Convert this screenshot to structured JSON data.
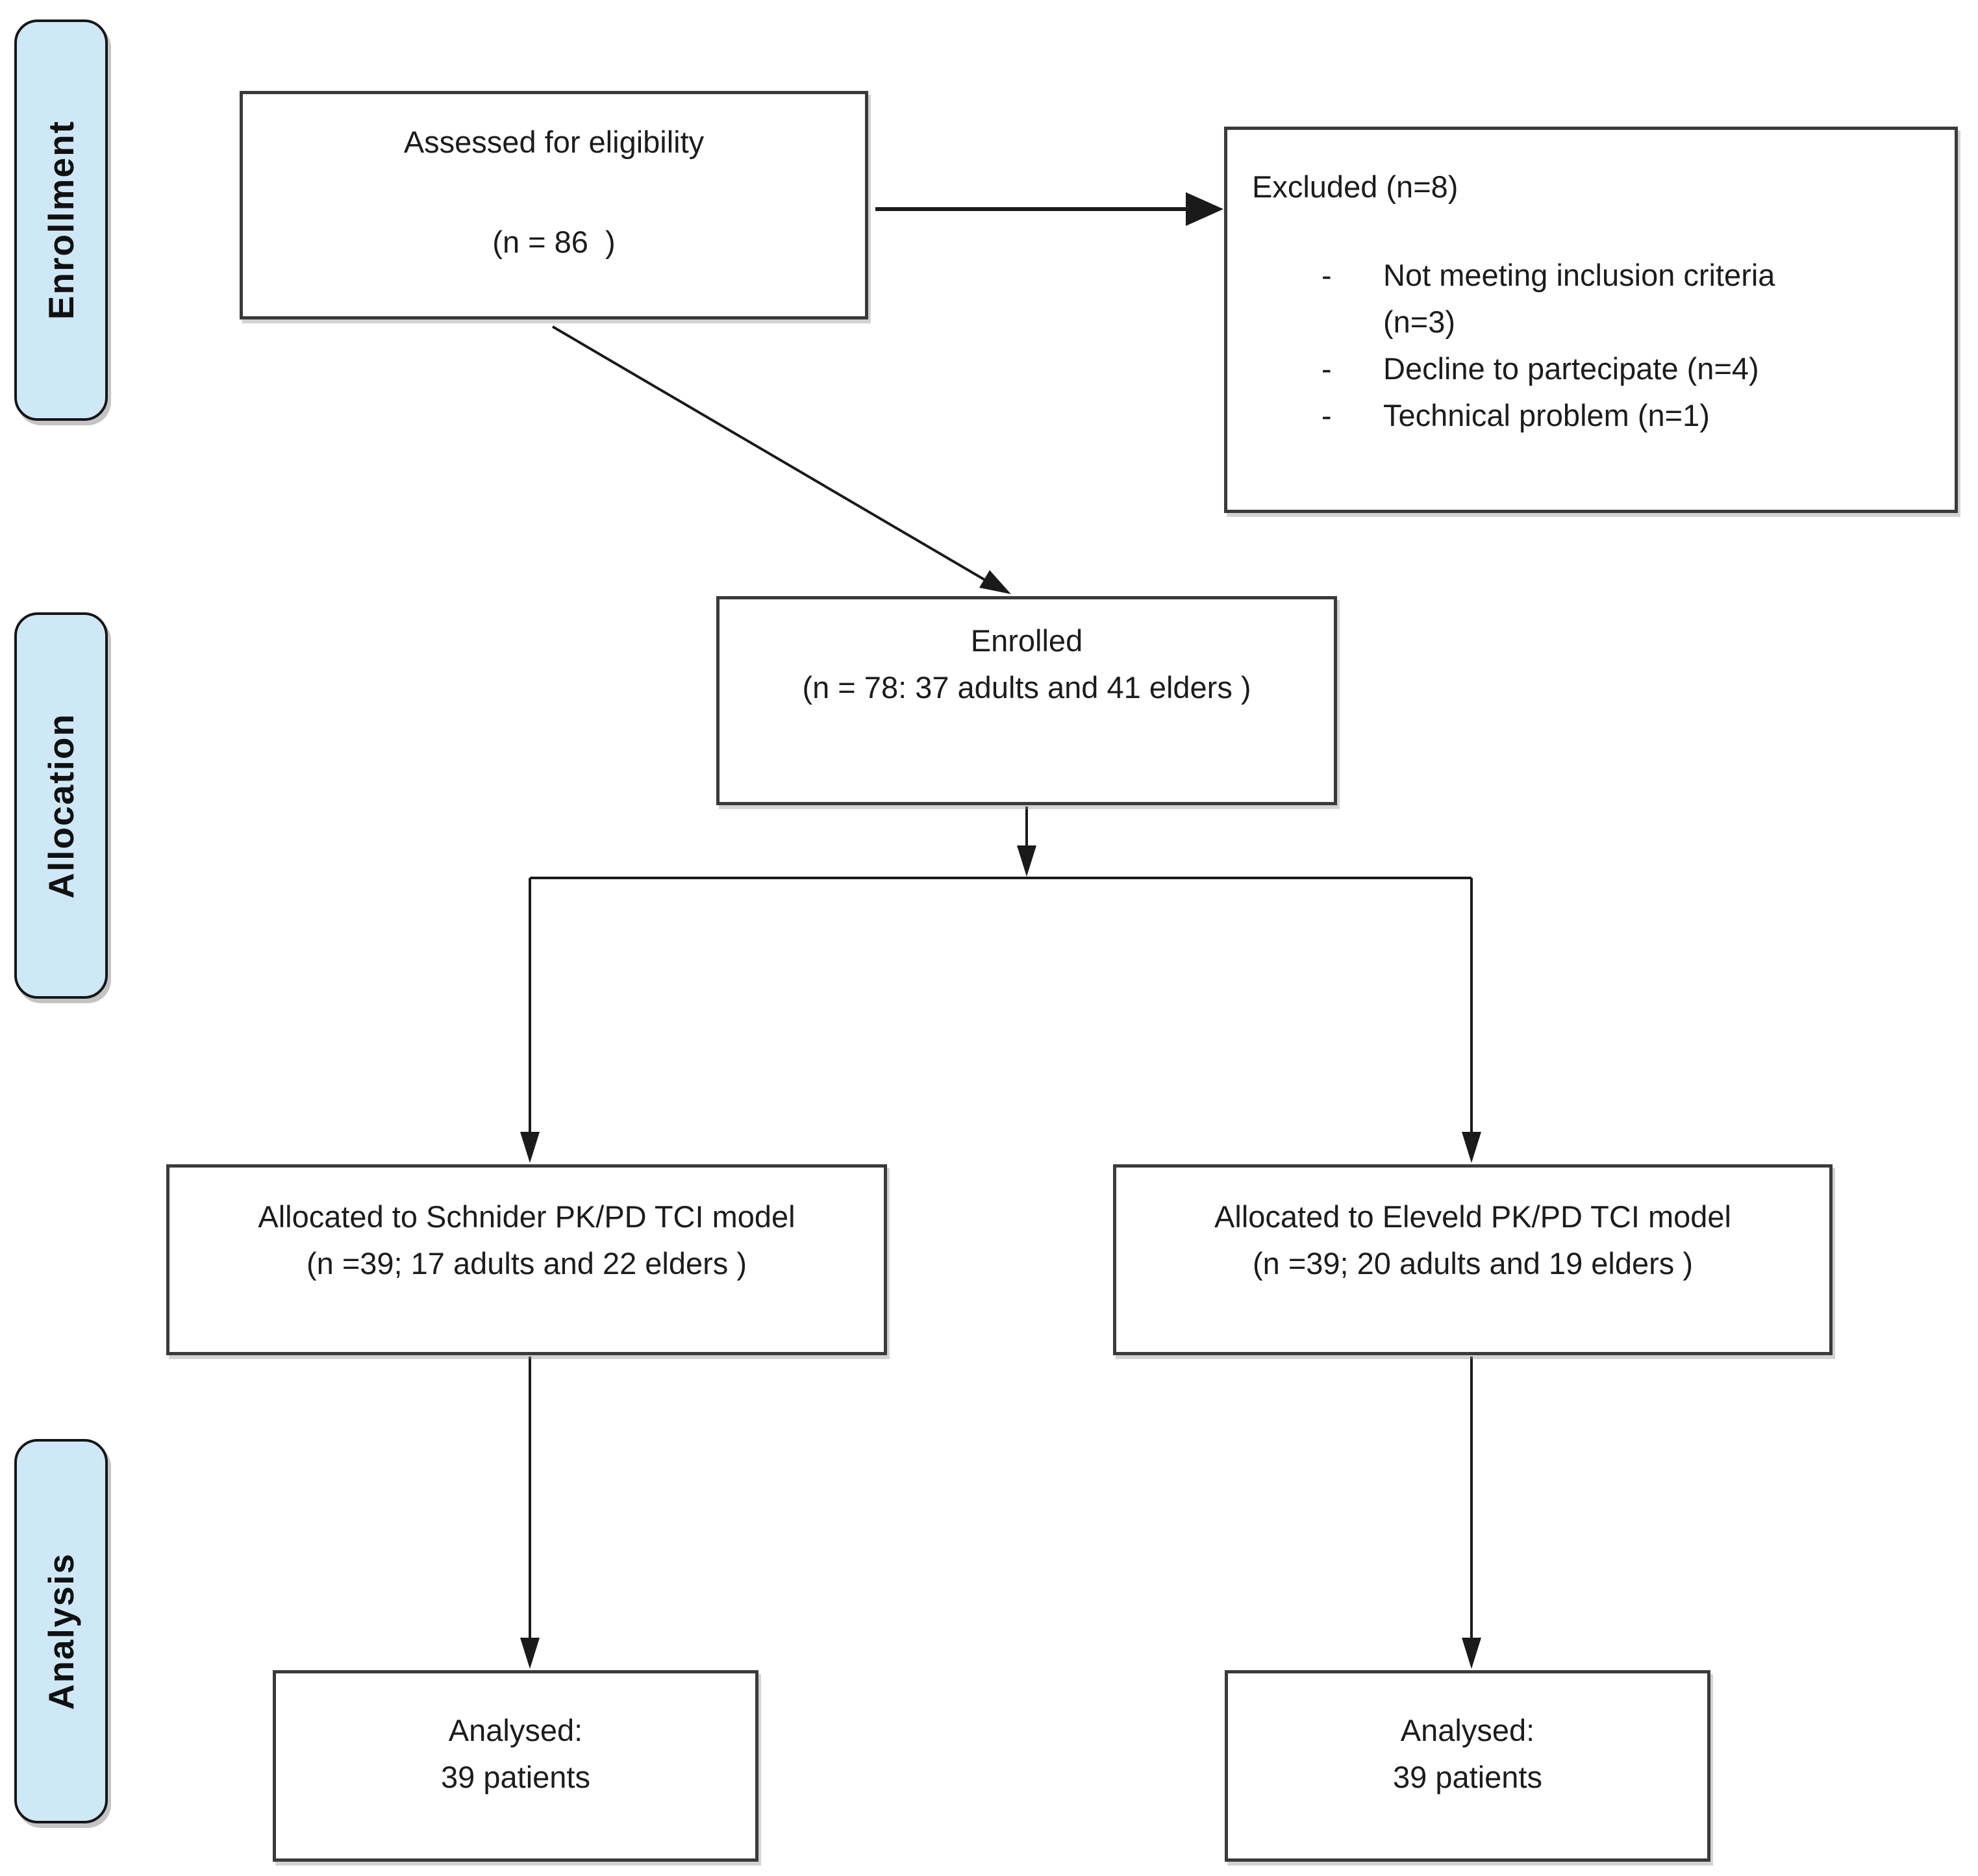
{
  "sidebar": {
    "enrollment": "Enrollment",
    "allocation": "Allocation",
    "analysis": "Analysis"
  },
  "boxes": {
    "assessed": {
      "title": "Assessed for eligibility",
      "count": "(n = 86  )"
    },
    "excluded": {
      "title": "Excluded (n=8)",
      "bullet": "-",
      "items": [
        {
          "line1": "Not meeting inclusion criteria",
          "line2": "(n=3)"
        },
        {
          "line1": "Decline to partecipate (n=4)",
          "line2": ""
        },
        {
          "line1": "Technical problem (n=1)",
          "line2": ""
        }
      ]
    },
    "enrolled": {
      "title": "Enrolled",
      "count": "(n = 78: 37 adults and 41 elders )"
    },
    "alloc_schnider": {
      "title": "Allocated to Schnider PK/PD TCI model",
      "count": "(n =39; 17 adults and 22 elders )"
    },
    "alloc_eleveld": {
      "title": "Allocated to Eleveld PK/PD TCI model",
      "count": "(n =39; 20 adults and 19 elders )"
    },
    "analysed_schnider": {
      "title": "Analysed:",
      "count": "39 patients"
    },
    "analysed_eleveld": {
      "title": "Analysed:",
      "count": "39 patients"
    }
  },
  "colors": {
    "stage_fill": "#cfe8f8",
    "box_border": "#3a3a3a",
    "arrow": "#1a1a1a"
  }
}
